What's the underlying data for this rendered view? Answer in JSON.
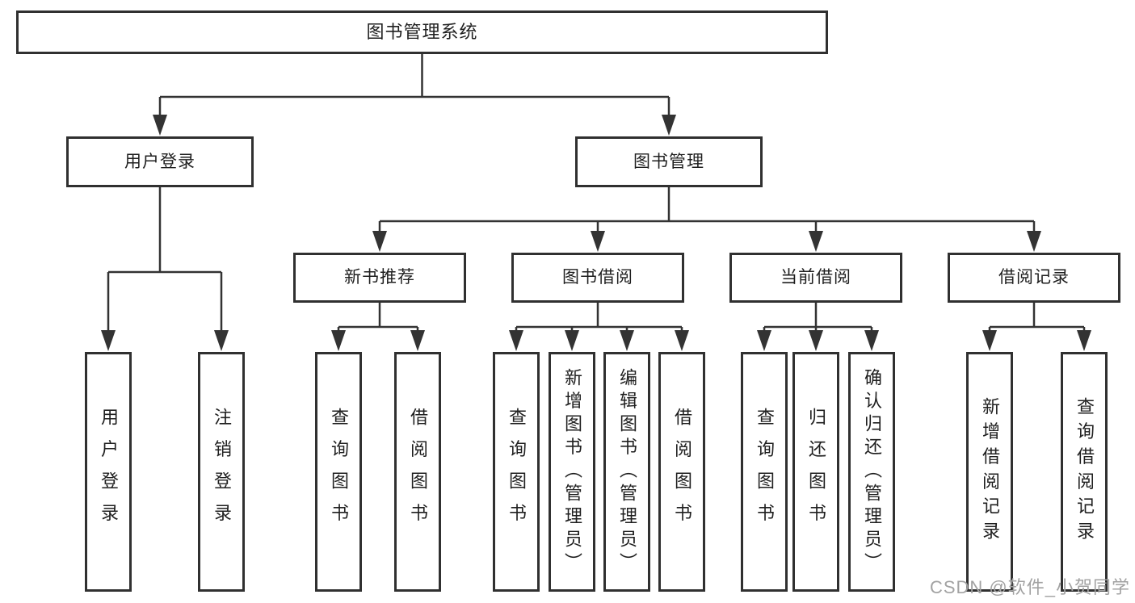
{
  "diagram": {
    "title": "图书管理系统",
    "nodes": [
      {
        "id": "root",
        "label": "图书管理系统",
        "parent": null
      },
      {
        "id": "user-login",
        "label": "用户登录",
        "parent": "root"
      },
      {
        "id": "book-mgmt",
        "label": "图书管理",
        "parent": "root"
      },
      {
        "id": "new-book-rec",
        "label": "新书推荐",
        "parent": "book-mgmt"
      },
      {
        "id": "book-borrow",
        "label": "图书借阅",
        "parent": "book-mgmt"
      },
      {
        "id": "current-borrow",
        "label": "当前借阅",
        "parent": "book-mgmt"
      },
      {
        "id": "borrow-records",
        "label": "借阅记录",
        "parent": "book-mgmt"
      },
      {
        "id": "leaf-user-login",
        "label": "用户登录",
        "parent": "user-login"
      },
      {
        "id": "leaf-logout",
        "label": "注销登录",
        "parent": "user-login"
      },
      {
        "id": "leaf-query-book-1",
        "label": "查询图书",
        "parent": "new-book-rec"
      },
      {
        "id": "leaf-borrow-book-1",
        "label": "借阅图书",
        "parent": "new-book-rec"
      },
      {
        "id": "leaf-query-book-2",
        "label": "查询图书",
        "parent": "book-borrow"
      },
      {
        "id": "leaf-add-book",
        "label": "新增图书（管理员）",
        "parent": "book-borrow"
      },
      {
        "id": "leaf-edit-book",
        "label": "编辑图书（管理员）",
        "parent": "book-borrow"
      },
      {
        "id": "leaf-borrow-book-2",
        "label": "借阅图书",
        "parent": "book-borrow"
      },
      {
        "id": "leaf-query-book-3",
        "label": "查询图书",
        "parent": "current-borrow"
      },
      {
        "id": "leaf-return-book",
        "label": "归还图书",
        "parent": "current-borrow"
      },
      {
        "id": "leaf-confirm-return",
        "label": "确认归还（管理员）",
        "parent": "current-borrow"
      },
      {
        "id": "leaf-add-record",
        "label": "新增借阅记录",
        "parent": "borrow-records"
      },
      {
        "id": "leaf-query-record",
        "label": "查询借阅记录",
        "parent": "borrow-records"
      }
    ],
    "colors": {
      "line": "#333333",
      "box_border": "#303030",
      "text": "#1f1f1f",
      "watermark": "#a2a2a2",
      "background": "#ffffff"
    }
  },
  "watermark": {
    "text": "CSDN @软件_小贺同学"
  }
}
